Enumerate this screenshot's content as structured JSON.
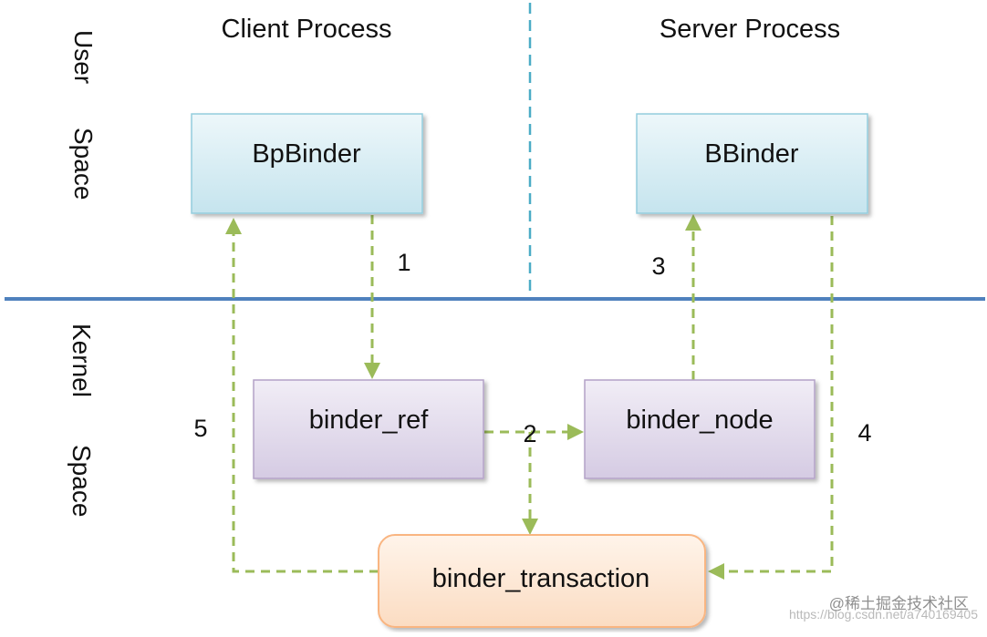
{
  "labels": {
    "user_space_line1": "User",
    "user_space_line2": "Space",
    "kernel_space_line1": "Kernel",
    "kernel_space_line2": "Space",
    "client_process": "Client Process",
    "server_process": "Server Process"
  },
  "boxes": {
    "bpbinder": "BpBinder",
    "bbinder": "BBinder",
    "binder_ref": "binder_ref",
    "binder_node": "binder_node",
    "binder_transaction": "binder_transaction"
  },
  "steps": {
    "s1": "1",
    "s2": "2",
    "s3": "3",
    "s4": "4",
    "s5": "5"
  },
  "watermark": {
    "site": "@稀土掘金技术社区",
    "url": "https://blog.csdn.net/a740169405"
  },
  "colors": {
    "arrow": "#9bbb59",
    "divider_horizontal": "#4f81bd",
    "divider_vertical": "#4bacc6",
    "user_box_fill": "#dbeef4",
    "kernel_box_fill": "#e5dfec",
    "transaction_fill": "#fde9d9"
  }
}
